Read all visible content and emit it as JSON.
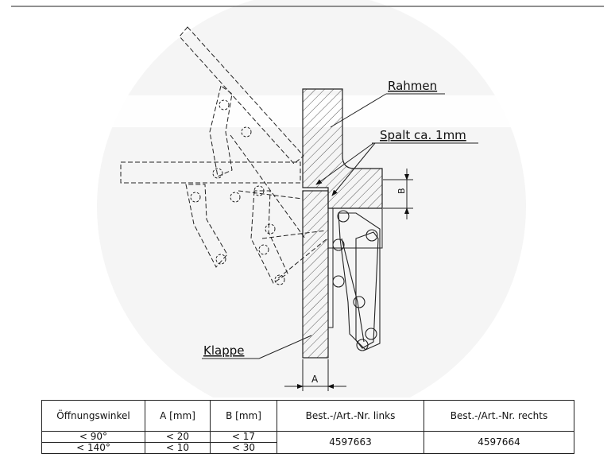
{
  "labels": {
    "rahmen": "Rahmen",
    "spalt": "Spalt ca. 1mm",
    "klappe": "Klappe",
    "dim_a": "A",
    "dim_b": "B"
  },
  "table": {
    "headers": [
      "Öffnungswinkel",
      "A [mm]",
      "B [mm]",
      "Best.-/Art.-Nr. links",
      "Best.-/Art.-Nr. rechts"
    ],
    "rows": [
      {
        "winkel": "< 90°",
        "a": "< 20",
        "b": "< 17"
      },
      {
        "winkel": "< 140°",
        "a": "< 10",
        "b": "< 30"
      }
    ],
    "art_links": "4597663",
    "art_rechts": "4597664"
  }
}
